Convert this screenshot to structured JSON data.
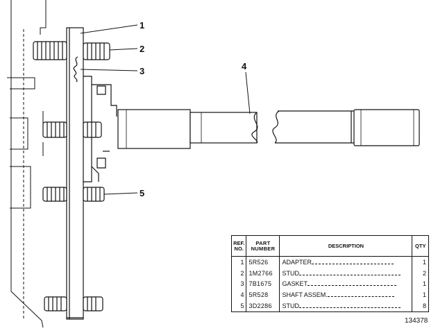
{
  "callouts": [
    "1",
    "2",
    "3",
    "4",
    "5"
  ],
  "table": {
    "headers": {
      "ref_line1": "REF.",
      "ref_line2": "NO.",
      "part_line1": "PART",
      "part_line2": "NUMBER",
      "description": "DESCRIPTION",
      "qty": "QTY"
    },
    "rows": [
      {
        "ref": "1",
        "part": "5R526",
        "description": "ADAPTER",
        "qty": "1"
      },
      {
        "ref": "2",
        "part": "1M2766",
        "description": "STUD",
        "qty": "2"
      },
      {
        "ref": "3",
        "part": "7B1675",
        "description": "GASKET",
        "qty": "1"
      },
      {
        "ref": "4",
        "part": "5R528",
        "description": "SHAFT ASSEM.",
        "qty": "1"
      },
      {
        "ref": "5",
        "part": "3D2286",
        "description": "STUD",
        "qty": "8"
      }
    ]
  },
  "drawing_number": "134378"
}
